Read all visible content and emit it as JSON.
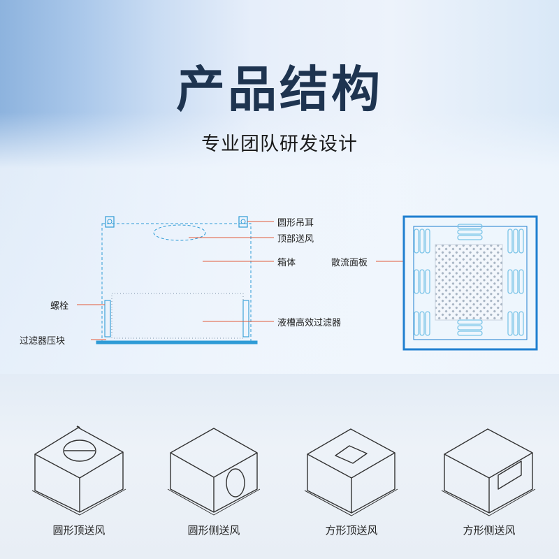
{
  "header": {
    "title": "产品结构",
    "subtitle": "专业团队研发设计"
  },
  "diagram": {
    "labels_right": [
      "圆形吊耳",
      "顶部送风",
      "箱体",
      "液槽高效过滤器"
    ],
    "labels_left": [
      "螺栓",
      "过滤器压块"
    ],
    "panel_label": "散流面板"
  },
  "variants": [
    {
      "label": "圆形顶送风",
      "icon": "round-top-outlet-box-icon"
    },
    {
      "label": "圆形侧送风",
      "icon": "round-side-outlet-box-icon"
    },
    {
      "label": "方形顶送风",
      "icon": "square-top-outlet-box-icon"
    },
    {
      "label": "方形侧送风",
      "icon": "square-side-outlet-box-icon"
    }
  ],
  "colors": {
    "title": "#1e3450",
    "diagram_line": "#2e9bd6",
    "leader": "#e25a3a",
    "panel_border": "#1f7fd0"
  }
}
